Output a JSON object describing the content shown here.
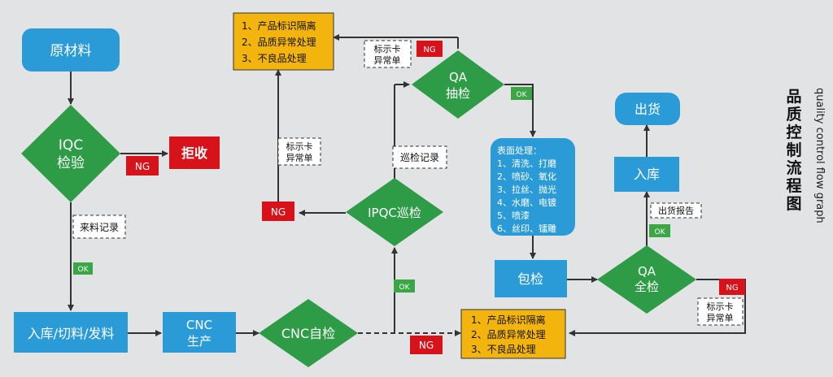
{
  "title": "品质控制流程图",
  "subtitle": "quality control flow graph",
  "nodes": {
    "raw": "原材料",
    "iqc": [
      "IQC",
      "检验"
    ],
    "reject": "拒收",
    "warehouse_in": "入库/切料/发料",
    "cnc": [
      "CNC",
      "生产"
    ],
    "cnc_self": "CNC自检",
    "ipqc": "IPQC巡检",
    "qa_sample": [
      "QA",
      "抽检"
    ],
    "surface": [
      "表面处理：",
      "1、清洗、打磨",
      "2、喷砂、氧化",
      "3、拉丝、抛光",
      "4、水磨、电镀",
      "5、喷漆",
      "6、丝印、镭雕"
    ],
    "pack": "包检",
    "qa_full": [
      "QA",
      "全检"
    ],
    "store": "入库",
    "ship": "出货",
    "handle_top": [
      "1、产品标识隔离",
      "2、品质异常处理",
      "3、不良品处理"
    ],
    "handle_bottom": [
      "1、产品标识隔离",
      "2、品质异常处理",
      "3、不良品处理"
    ]
  },
  "labels": {
    "ng": "NG",
    "ok": "OK",
    "incoming_record": "来料记录",
    "patrol_record": "巡检记录",
    "tag_card": [
      "标示卡",
      "异常单"
    ],
    "ship_report": "出货报告"
  },
  "colors": {
    "blue": "#2b9bd8",
    "green": "#2e9b46",
    "red": "#d8121b",
    "yellow": "#f4b40e",
    "ok_green": "#3aa645",
    "background": "#e1e3e4"
  }
}
